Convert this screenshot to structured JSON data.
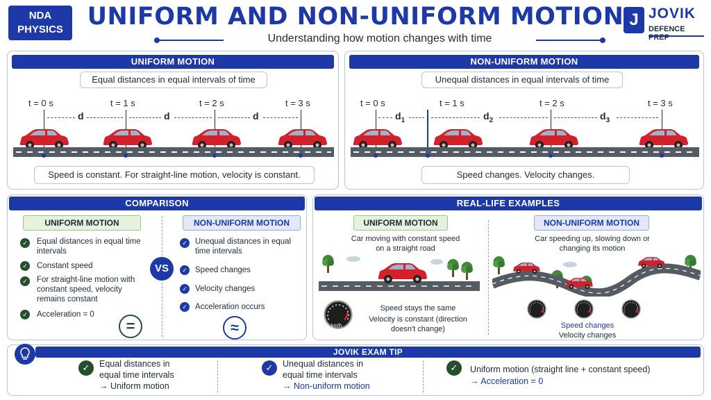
{
  "header": {
    "badge_line1": "NDA",
    "badge_line2": "PHYSICS",
    "title": "UNIFORM AND NON-UNIFORM MOTION",
    "subtitle": "Understanding how motion changes with time",
    "logo_mark": "J",
    "logo_name": "JOVIK",
    "logo_sub": "DEFENCE PREP"
  },
  "uniform": {
    "header": "UNIFORM MOTION",
    "definition": "Equal distances in equal intervals of time",
    "times": [
      "t = 0 s",
      "t = 1 s",
      "t = 2 s",
      "t = 3 s"
    ],
    "distance_label": "d",
    "caption": "Speed is constant. For straight-line motion, velocity is constant."
  },
  "nonuniform": {
    "header": "NON-UNIFORM MOTION",
    "definition": "Unequal distances in equal intervals of time",
    "times": [
      "t = 0 s",
      "t = 1 s",
      "t = 2 s",
      "t = 3 s"
    ],
    "distance_labels": [
      {
        "base": "d",
        "sub": "1"
      },
      {
        "base": "d",
        "sub": "2"
      },
      {
        "base": "d",
        "sub": "3"
      }
    ],
    "caption": "Speed changes. Velocity changes."
  },
  "comparison": {
    "header": "COMPARISON",
    "uniform_title": "UNIFORM MOTION",
    "nonuniform_title": "NON-UNIFORM MOTION",
    "vs": "VS",
    "uniform_items": [
      "Equal distances in equal time intervals",
      "Constant speed",
      "For straight-line motion with constant speed, velocity remains constant",
      "Acceleration = 0"
    ],
    "nonuniform_items": [
      "Unequal distances in equal time intervals",
      "Speed changes",
      "Velocity changes",
      "Acceleration occurs"
    ],
    "uniform_symbol": "=",
    "nonuniform_symbol": "≈"
  },
  "examples": {
    "header": "REAL-LIFE EXAMPLES",
    "uniform_title": "UNIFORM MOTION",
    "uniform_desc": "Car moving with constant speed on a straight road",
    "uniform_note1": "Speed stays the same",
    "uniform_note2": "Velocity is constant (direction doesn't change)",
    "gauge_unit": "km/h",
    "nonuniform_title": "NON-UNIFORM MOTION",
    "nonuniform_desc": "Car speeding up, slowing down or changing its motion",
    "nonuniform_note1": "Speed changes",
    "nonuniform_note2": "Velocity changes"
  },
  "tip": {
    "header": "JOVIK EXAM TIP",
    "items": [
      {
        "line1": "Equal distances in",
        "line2": "equal time intervals",
        "result": "→  Uniform motion"
      },
      {
        "line1": "Unequal distances in",
        "line2": "equal time intervals",
        "result": "→  Non-uniform motion"
      },
      {
        "line1": "Uniform motion (straight line + constant speed)",
        "line2": "",
        "result": "→  Acceleration = 0"
      }
    ]
  },
  "colors": {
    "brand_blue": "#1d39a8",
    "dark_green": "#25502b",
    "car_red": "#d3202a",
    "road_gray": "#555b63"
  }
}
